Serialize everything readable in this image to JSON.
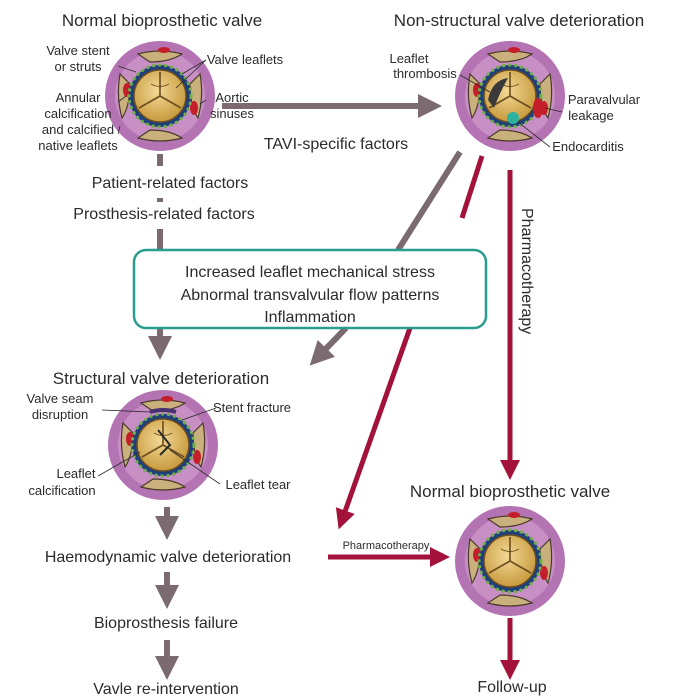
{
  "titles": {
    "normal_top": "Normal bioprosthetic valve",
    "nonstructural": "Non-structural valve deterioration",
    "structural": "Structural valve deterioration",
    "normal_bottom": "Normal bioprosthetic valve"
  },
  "top_valve_labels": {
    "stent_1": "Valve stent",
    "stent_2": "or struts",
    "leaflets": "Valve leaflets",
    "annular_1": "Annular",
    "annular_2": "calcification",
    "annular_3": "and calcified",
    "annular_4": "native leaflets",
    "aortic_1": "Aortic",
    "aortic_2": "sinuses"
  },
  "nsvd_labels": {
    "thrombosis_1": "Leaflet",
    "thrombosis_2": "thrombosis",
    "paravalvular_1": "Paravalvular",
    "paravalvular_2": "leakage",
    "endocarditis": "Endocarditis"
  },
  "svd_labels": {
    "seam_1": "Valve seam",
    "seam_2": "disruption",
    "stent_fracture": "Stent fracture",
    "calcification_1": "Leaflet",
    "calcification_2": "calcification",
    "tear": "Leaflet tear"
  },
  "factors": {
    "tavi": "TAVI-specific factors",
    "patient": "Patient-related factors",
    "prosthesis": "Prosthesis-related factors"
  },
  "mechanisms": {
    "line1": "Increased leaflet mechanical stress",
    "line2": "Abnormal transvalvular flow patterns",
    "line3": "Inflammation"
  },
  "stages": {
    "haemodynamic": "Haemodynamic valve deterioration",
    "failure": "Bioprosthesis failure",
    "reintervention": "Vavle re-intervention",
    "followup": "Follow-up"
  },
  "therapy": {
    "vertical": "Pharmacotherapy",
    "horizontal": "Pharmacotherapy"
  },
  "colors": {
    "gray_arrow": "#7b6a70",
    "red_arrow": "#a3123a",
    "box_border": "#2a9d8f",
    "outer_disc": "#b474b4",
    "tissue": "#c9b07c",
    "valve": "#d9b75e"
  }
}
